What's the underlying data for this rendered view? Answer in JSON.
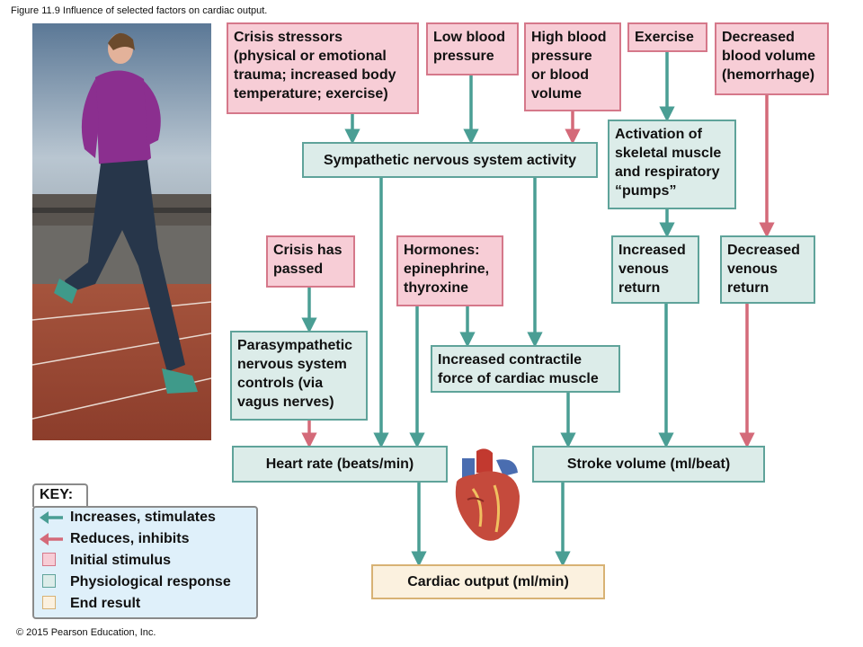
{
  "figure_title": "Figure 11.9 Influence of selected factors on cardiac output.",
  "copyright": "© 2015 Pearson Education, Inc.",
  "colors": {
    "stimulus": "#f7cdd6",
    "response": "#dcece9",
    "end": "#fbf1df",
    "stimulate_arrow": "#4a9e94",
    "inhibit_arrow": "#d46a79"
  },
  "boxes": {
    "crisis_stressors": "Crisis stressors\n(physical or emotional\ntrauma; increased body\ntemperature; exercise)",
    "low_bp": "Low blood\npressure",
    "high_bp": "High blood\npressure\nor blood\nvolume",
    "exercise": "Exercise",
    "decreased_blood_volume": "Decreased\nblood volume\n(hemorrhage)",
    "sympathetic": "Sympathetic nervous system activity",
    "activation_pumps": "Activation of\nskeletal muscle\nand respiratory\n“pumps”",
    "crisis_passed": "Crisis has\npassed",
    "hormones": "Hormones:\nepinephrine,\nthyroxine",
    "increased_venous": "Increased\nvenous\nreturn",
    "decreased_venous": "Decreased\nvenous\nreturn",
    "parasympathetic": "Parasympathetic\nnervous system\ncontrols (via\nvagus nerves)",
    "contractile": "Increased contractile\nforce of cardiac muscle",
    "heart_rate": "Heart rate (beats/min)",
    "stroke_volume": "Stroke volume (ml/beat)",
    "cardiac_output": "Cardiac output (ml/min)"
  },
  "key": {
    "title": "KEY:",
    "items": [
      {
        "label": "Increases, stimulates",
        "symbol": "arrow-stimulate"
      },
      {
        "label": "Reduces, inhibits",
        "symbol": "arrow-inhibit"
      },
      {
        "label": "Initial stimulus",
        "symbol": "pink-square"
      },
      {
        "label": "Physiological response",
        "symbol": "teal-square"
      },
      {
        "label": "End result",
        "symbol": "tan-square"
      }
    ]
  }
}
